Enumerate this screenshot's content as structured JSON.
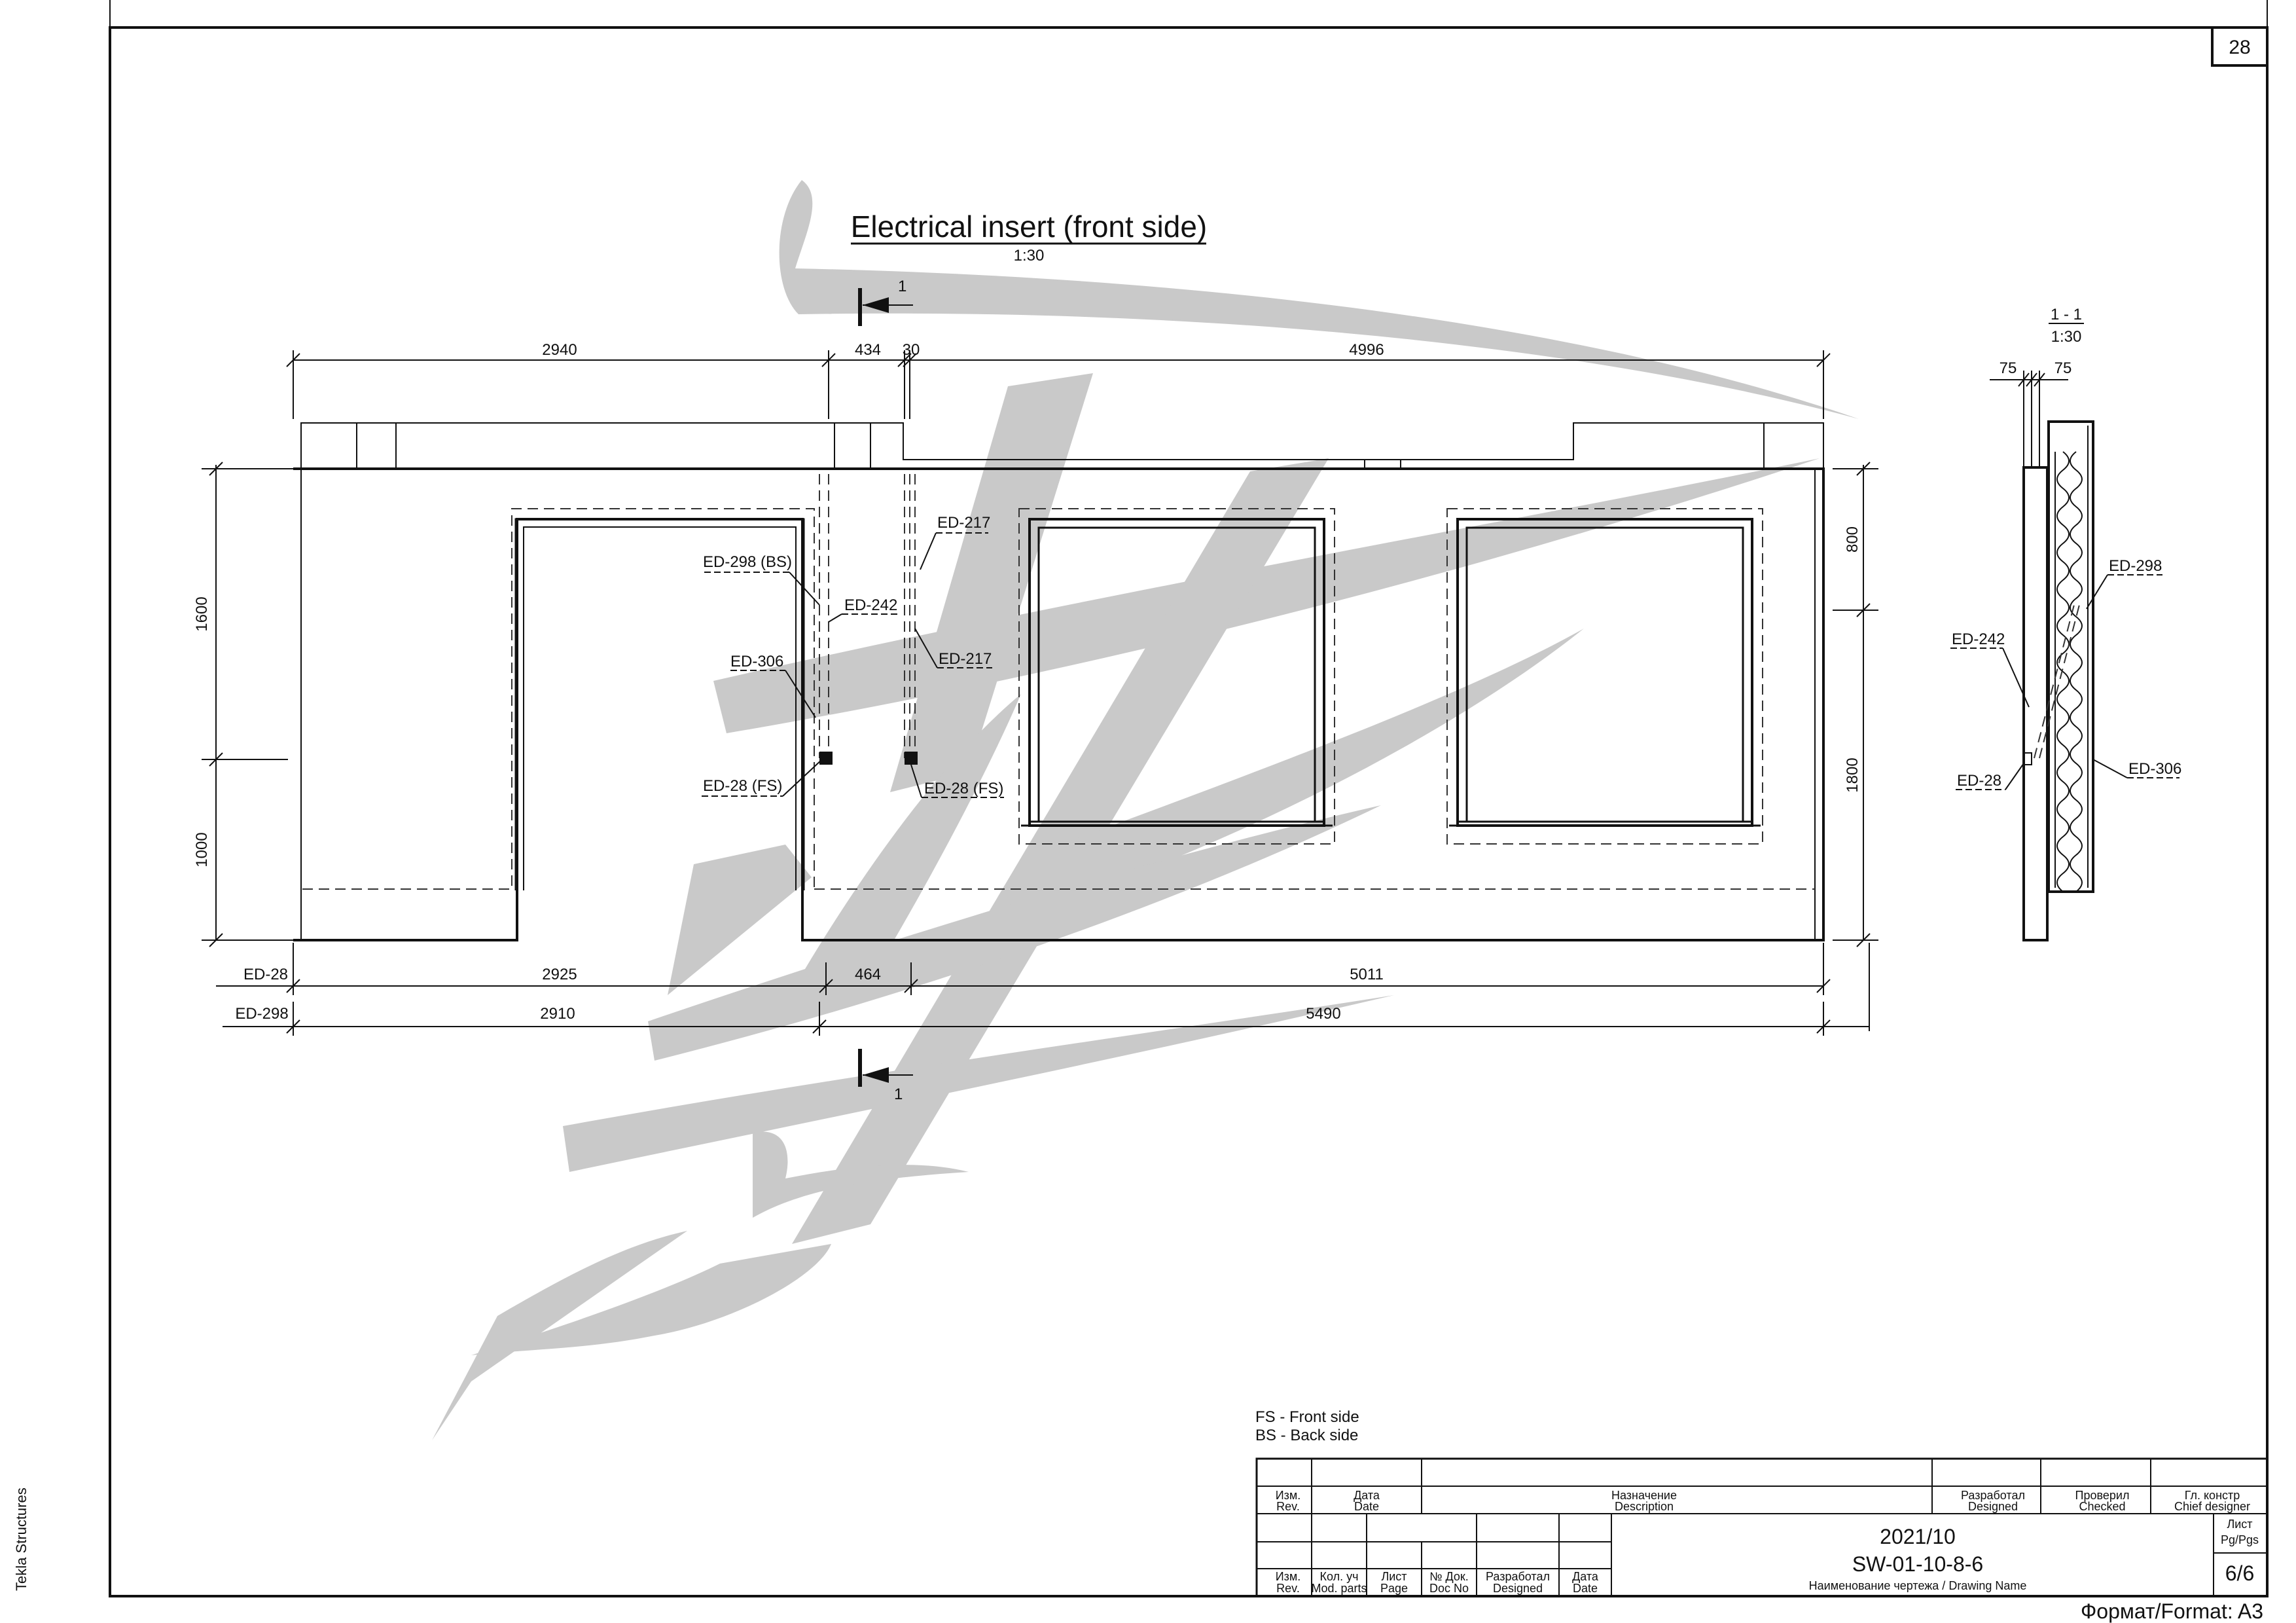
{
  "sheet": {
    "number": "28",
    "side_label": "Tekla Structures",
    "format": "Формат/Format: A3"
  },
  "view": {
    "title": "Electrical insert (front side)",
    "scale": "1:30",
    "section_marker": "1"
  },
  "section_view": {
    "title": "1 - 1",
    "scale": "1:30",
    "dims": [
      "75",
      "75"
    ]
  },
  "dimensions": {
    "top": [
      "2940",
      "434",
      "30",
      "4996"
    ],
    "left": [
      "1600",
      "1000"
    ],
    "right": [
      "800",
      "1800"
    ],
    "bottom_ed28": {
      "label": "ED-28",
      "values": [
        "2925",
        "464",
        "5011"
      ]
    },
    "bottom_ed298": {
      "label": "ED-298",
      "values": [
        "2910",
        "5490"
      ]
    }
  },
  "elevation_labels": [
    "ED-217",
    "ED-298 (BS)",
    "ED-242",
    "ED-217",
    "ED-306",
    "ED-28 (FS)",
    "ED-28 (FS)"
  ],
  "section_labels": [
    "ED-298",
    "ED-242",
    "ED-306",
    "ED-28"
  ],
  "legend": [
    "FS - Front side",
    "BS - Back side"
  ],
  "title_block": {
    "rev_rev": "Изм.",
    "rev_rev_en": "Rev.",
    "rev_date": "Дата",
    "rev_date_en": "Date",
    "rev_desc": "Назначение",
    "rev_desc_en": "Description",
    "rev_designed": "Разработал",
    "rev_designed_en": "Designed",
    "rev_checked": "Проверил",
    "rev_checked_en": "Checked",
    "rev_chief": "Гл. констр",
    "rev_chief_en": "Chief designer",
    "b_rev": "Изм.",
    "b_rev_en": "Rev.",
    "b_mod": "Кол. уч",
    "b_mod_en": "Mod. parts",
    "b_page": "Лист",
    "b_page_en": "Page",
    "b_doc": "№ Док.",
    "b_doc_en": "Doc No",
    "b_designed": "Разработал",
    "b_designed_en": "Designed",
    "b_date": "Дата",
    "b_date_en": "Date",
    "project": "2021/10",
    "drawing_number": "SW-01-10-8-6",
    "drawing_name_caption": "Наименование чертежа / Drawing Name",
    "pages_label": "Лист",
    "pages_label_en": "Pg/Pgs",
    "pages": "6/6"
  }
}
